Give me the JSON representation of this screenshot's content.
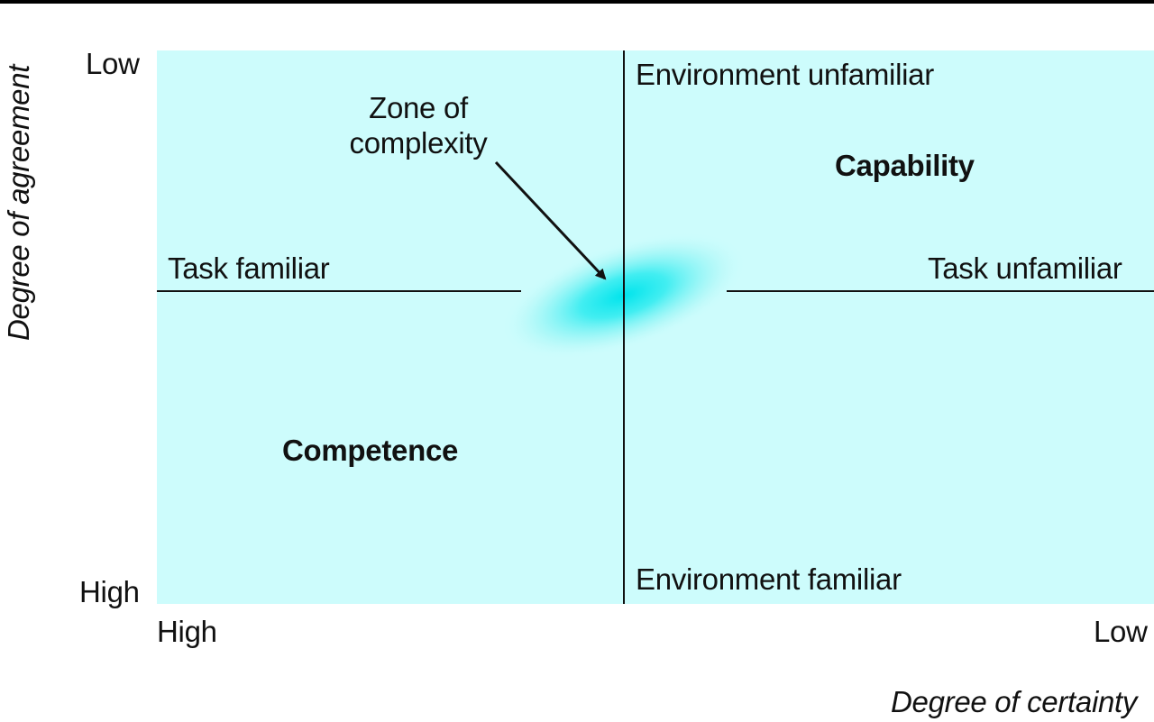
{
  "axes": {
    "y_title": "Degree of agreement",
    "y_low": "Low",
    "y_high": "High",
    "x_title": "Degree of certainty",
    "x_high": "High",
    "x_low": "Low"
  },
  "labels": {
    "environment_unfamiliar": "Environment unfamiliar",
    "environment_familiar": "Environment familiar",
    "task_familiar": "Task familiar",
    "task_unfamiliar": "Task unfamiliar",
    "capability": "Capability",
    "competence": "Competence",
    "zone_line1": "Zone of",
    "zone_line2": "complexity"
  },
  "colors": {
    "background": "#cdfcfc",
    "zone_center": "#00e0e8",
    "lines": "#111111"
  }
}
